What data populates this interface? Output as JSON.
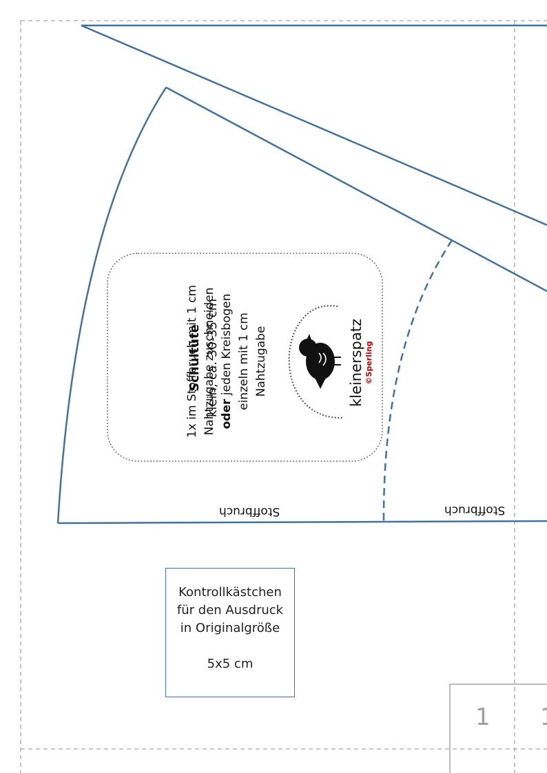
{
  "label": {
    "title": "Schultüte",
    "size": "klein, ca. 30-35 cm",
    "instr1": "1x im Stoffbruch mit 1 cm",
    "instr2": "Nahtzugabe zuschneiden",
    "instr3_bold": "oder",
    "instr3_rest": " jeden Kreisbogen",
    "instr4": "einzeln mit 1 cm",
    "instr5": "Nahtzugabe",
    "brand": "kleinerspatz",
    "brand_sub": "©Sperling"
  },
  "fold_labels": [
    "Stoffbruch",
    "Stoffbruch"
  ],
  "control_box": {
    "line1": "Kontrollkästchen",
    "line2": "für den Ausdruck",
    "line3": "in Originalgröße",
    "size": "5x5 cm"
  },
  "page_numbers": [
    "1",
    "1"
  ],
  "colors": {
    "pattern_line": "#41719c",
    "guide": "#a6a6a6",
    "brand_red": "#c00000"
  }
}
